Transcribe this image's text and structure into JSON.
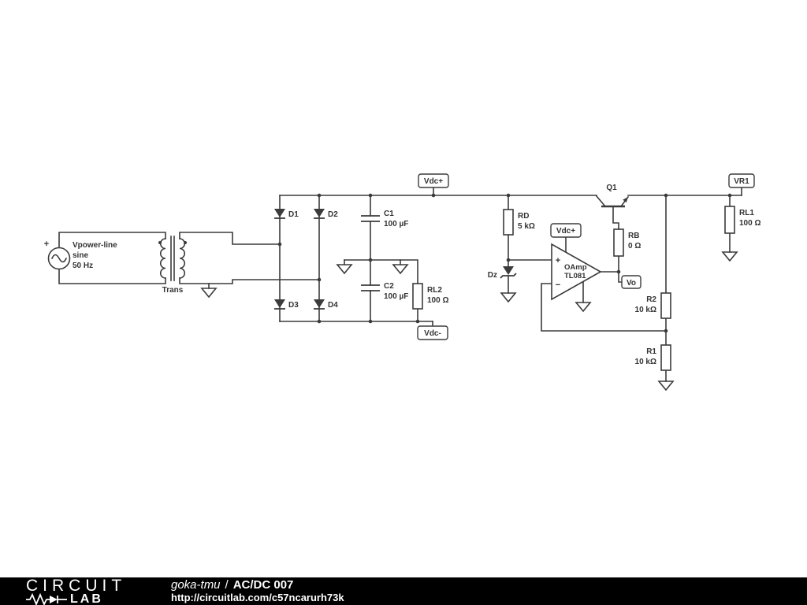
{
  "components": {
    "source": {
      "name": "Vpower-line",
      "wave": "sine",
      "freq": "50 Hz",
      "plus": "+"
    },
    "trans": {
      "name": "Trans"
    },
    "d1": {
      "name": "D1"
    },
    "d2": {
      "name": "D2"
    },
    "d3": {
      "name": "D3"
    },
    "d4": {
      "name": "D4"
    },
    "c1": {
      "name": "C1",
      "value": "100 µF"
    },
    "c2": {
      "name": "C2",
      "value": "100 µF"
    },
    "rl2": {
      "name": "RL2",
      "value": "100 Ω"
    },
    "rd": {
      "name": "RD",
      "value": "5 kΩ"
    },
    "dz": {
      "name": "Dz"
    },
    "opamp": {
      "name": "OAmp",
      "part": "TL081",
      "plus": "+",
      "minus": "−"
    },
    "q1": {
      "name": "Q1"
    },
    "rb": {
      "name": "RB",
      "value": "0 Ω"
    },
    "r2": {
      "name": "R2",
      "value": "10 kΩ"
    },
    "r1": {
      "name": "R1",
      "value": "10 kΩ"
    },
    "rl1": {
      "name": "RL1",
      "value": "100 Ω"
    }
  },
  "flags": {
    "vdc_plus": "Vdc+",
    "vdc_minus": "Vdc-",
    "opamp_supply": "Vdc+",
    "vo": "Vo",
    "vr1": "VR1"
  },
  "footer": {
    "brand_top": "CIRCUIT",
    "brand_bottom": "LAB",
    "author": "goka-tmu",
    "separator": "/",
    "title": "AC/DC 007",
    "url": "http://circuitlab.com/c57ncarurh73k"
  },
  "colors": {
    "wire": "#3b3b3b",
    "label_text": "#333333",
    "canvas": "#ffffff",
    "footer_bg": "#000000",
    "footer_text": "#ffffff"
  }
}
